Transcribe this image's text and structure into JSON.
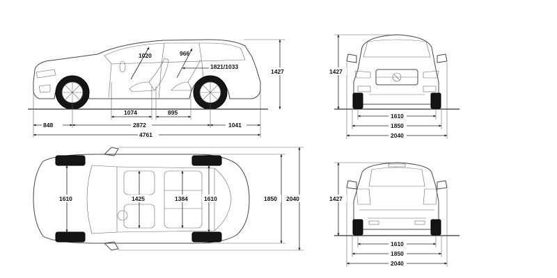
{
  "side_view": {
    "overall_length": "4761",
    "front_overhang": "848",
    "wheelbase": "2872",
    "rear_overhang": "1041",
    "front_legroom": "1074",
    "rear_legroom": "895",
    "front_headroom": "1020",
    "rear_headroom": "966",
    "cargo_length": "1821/1033",
    "height": "1427"
  },
  "front_view": {
    "height": "1427",
    "track": "1610",
    "width": "1850",
    "width_mirrors": "2040"
  },
  "rear_view": {
    "height": "1427",
    "track": "1610",
    "width": "1850",
    "width_mirrors": "2040"
  },
  "top_view": {
    "front_track": "1610",
    "shoulder_front": "1425",
    "shoulder_rear": "1384",
    "rear_track": "1610",
    "width": "1850",
    "width_mirrors": "2040"
  }
}
